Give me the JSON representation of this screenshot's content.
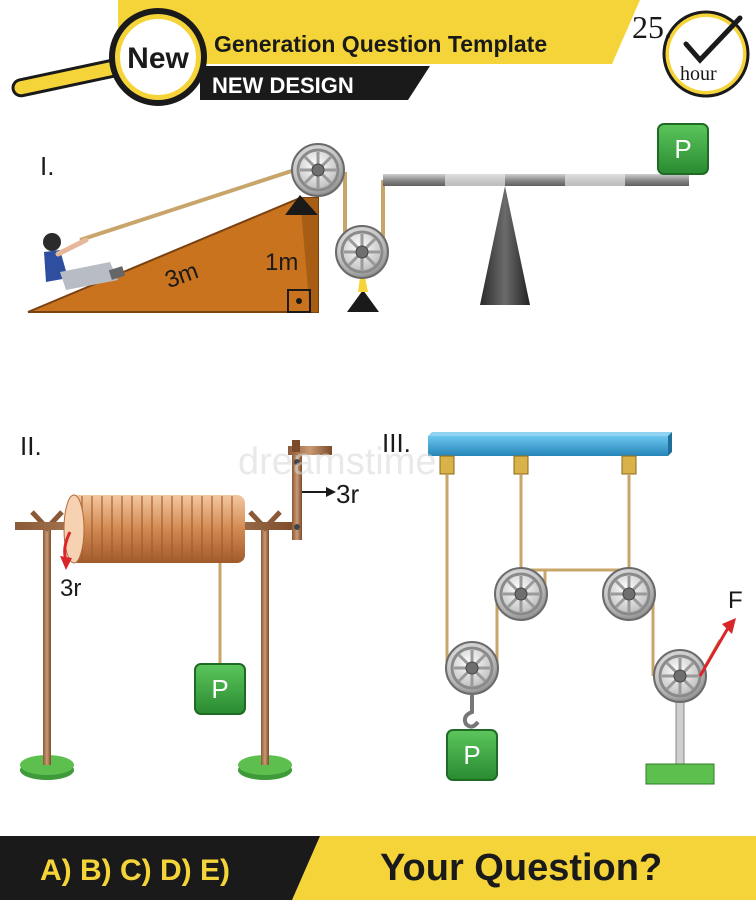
{
  "header": {
    "badge": "New",
    "title": "Generation Question Template",
    "subtitle": "NEW DESIGN",
    "timer_number": "25.",
    "timer_unit": "hour"
  },
  "section1": {
    "roman": "I.",
    "ramp_length_label": "3m",
    "ramp_height_label": "1m",
    "weight_label": "P"
  },
  "section2": {
    "roman": "II.",
    "crank_radius_label": "3r",
    "axle_radius_label": "3r",
    "weight_label": "P"
  },
  "section3": {
    "roman": "III.",
    "force_label": "F",
    "weight_label": "P"
  },
  "footer": {
    "options": "A) B) C) D) E)",
    "question": "Your Question?"
  },
  "watermark": "dreamstime",
  "colors": {
    "yellow": "#f5d43a",
    "black": "#1a1a1a",
    "ramp": "#c9731f",
    "weight_green": "#3aa53f",
    "beam_blue": "#3ba7d8",
    "arrow_red": "#d9262b",
    "rope": "#c8a56a"
  }
}
